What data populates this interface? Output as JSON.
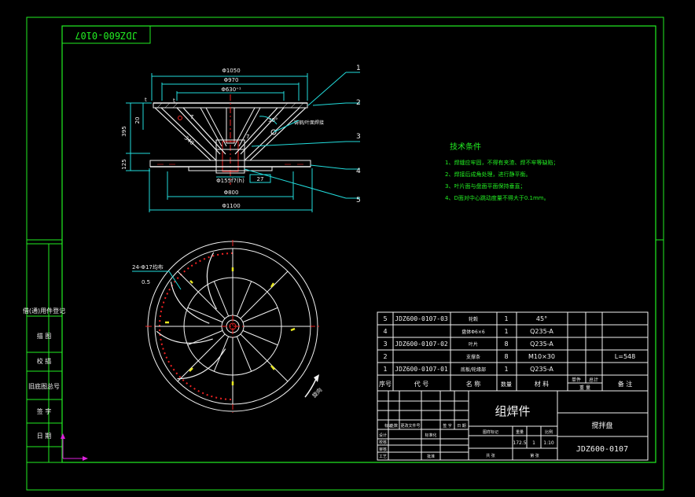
{
  "drawing_number": "JDZ600-0107",
  "tech": {
    "title": "技术条件",
    "lines": [
      "1、焊缝应牢固，不得有夹渣、焊不牢等缺陷；",
      "2、焊接后成角处理，进行静平衡。",
      "3、叶片面与盘面平面保持垂直；",
      "4、D面对中心跳动度量不得大于0.1mm。"
    ]
  },
  "dims": {
    "d1050": "Φ1050",
    "d970": "Φ970",
    "d630": "Φ630⁺¹",
    "d155": "Φ155f7(h)",
    "d800": "Φ800",
    "d1100": "Φ1100",
    "h395": "395",
    "h20": "20",
    "h125": "125",
    "h340": "340",
    "ang30": "30°",
    "t_label": "t",
    "t_label2": "t",
    "seven": "7",
    "seven2": "7",
    "slot": "27",
    "holes": "24-Φ17均布",
    "h05": "0.5",
    "rot_label": "旋向",
    "weld_note": "铸钢/叶面焊接",
    "rad_note": "P"
  },
  "balloons": [
    "1",
    "2",
    "3",
    "4",
    "5"
  ],
  "bom": {
    "rows": [
      {
        "no": "5",
        "code": "JDZ600-0107-03",
        "name": "轮毂",
        "qty": "1",
        "mat": "45°",
        "note": ""
      },
      {
        "no": "4",
        "code": "",
        "name": "盘体Φ6×6",
        "qty": "1",
        "mat": "Q235-A",
        "note": ""
      },
      {
        "no": "3",
        "code": "JDZ600-0107-02",
        "name": "叶片",
        "qty": "8",
        "mat": "Q235-A",
        "note": ""
      },
      {
        "no": "2",
        "code": "",
        "name": "支撑条",
        "qty": "8",
        "mat": "M10×30",
        "note": "L=548"
      },
      {
        "no": "1",
        "code": "JDZ600-0107-01",
        "name": "底板/轮缘部",
        "qty": "1",
        "mat": "Q235-A",
        "note": ""
      }
    ],
    "header": {
      "no": "序号",
      "code": "代 号",
      "name": "名 称",
      "qty": "数量",
      "mat": "材 料",
      "unit_w": "单件",
      "total_w": "总计",
      "weight": "重 量",
      "note": "备 注"
    }
  },
  "title_block": {
    "part_name": "组焊件",
    "product": "搅拌盘",
    "dwg_no": "JDZ600-0107",
    "mark": "图样标记",
    "weight_lbl": "重量",
    "scale_lbl": "比例",
    "weight": "172.5",
    "count": "1",
    "scale": "1:10",
    "sheet": "共  张",
    "sheet2": "第  张",
    "rev": [
      "标记",
      "处数",
      "更改文件号",
      "签 字",
      "日 期"
    ],
    "roles": [
      "设计",
      "校核",
      "审核",
      "工艺"
    ],
    "std": "标准化",
    "approve": "批准"
  },
  "side_labels": [
    "借(通)用件登记",
    "描 图",
    "校 描",
    "旧底图总号",
    "签 字",
    "日 期"
  ]
}
